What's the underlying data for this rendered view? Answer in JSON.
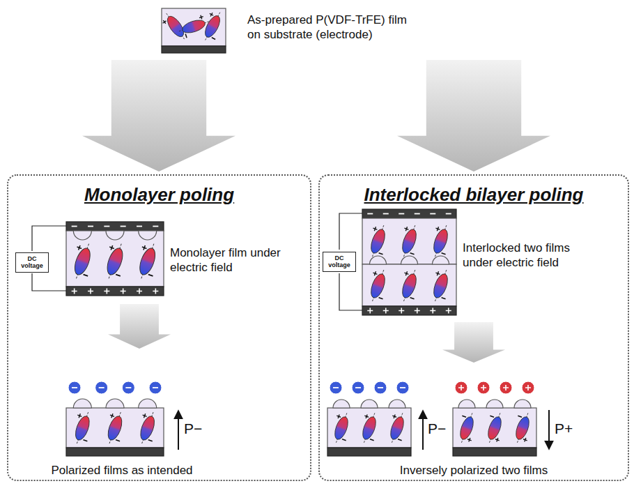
{
  "diagram": {
    "nodes": [
      {
        "text": [
          "Monolayer poling"
        ]
      },
      {
        "text": [
          "DC voltage"
        ],
        "in": 0
      },
      {
        "text": [
          "Interlocked bilayer poling"
        ]
      },
      {
        "text": [
          "DC voltage"
        ],
        "in": 2
      }
    ],
    "labels": [
      "As-prepared P(VDF-TrFE) film on substrate (electrode)",
      "Monolayer film under electric field",
      "Polarized films as intended",
      "P−",
      "Interlocked two films under electric field",
      "Inversely polarized two films",
      "P−",
      "P+"
    ]
  }
}
